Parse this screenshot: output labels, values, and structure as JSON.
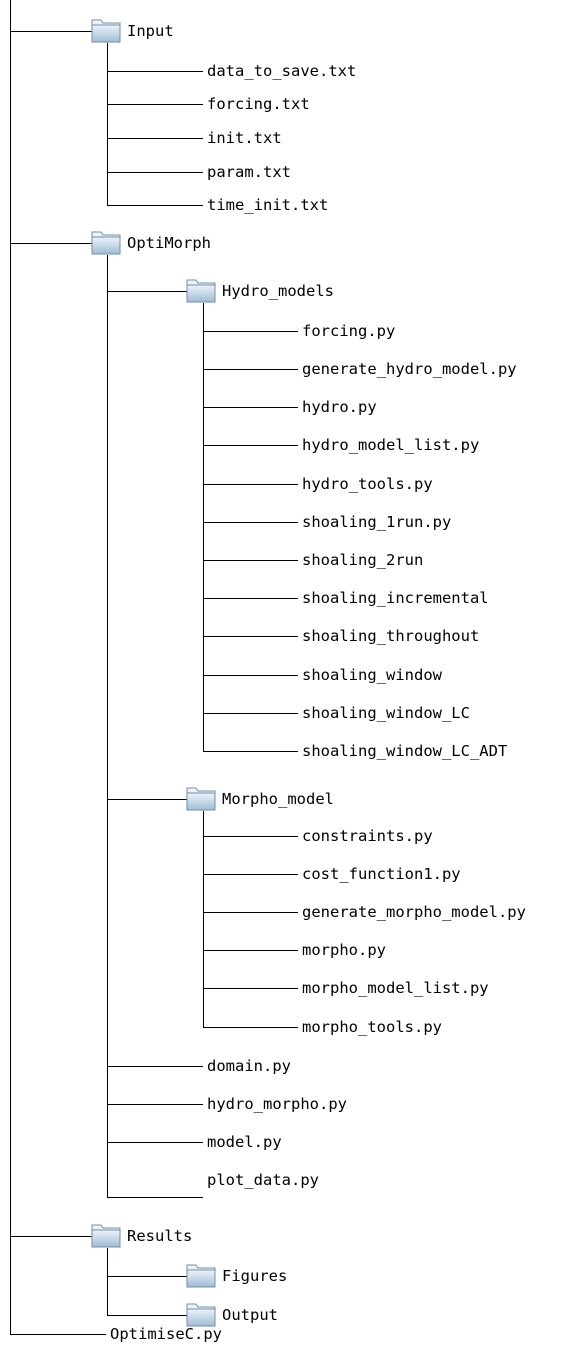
{
  "tree": {
    "input": {
      "name": "Input",
      "files": [
        "data_to_save.txt",
        "forcing.txt",
        "init.txt",
        "param.txt",
        "time_init.txt"
      ]
    },
    "optimorph": {
      "name": "OptiMorph",
      "hydro_models": {
        "name": "Hydro_models",
        "files": [
          "forcing.py",
          "generate_hydro_model.py",
          "hydro.py",
          "hydro_model_list.py",
          "hydro_tools.py",
          "shoaling_1run.py",
          "shoaling_2run",
          "shoaling_incremental",
          "shoaling_throughout",
          "shoaling_window",
          "shoaling_window_LC",
          "shoaling_window_LC_ADT"
        ]
      },
      "morpho_model": {
        "name": "Morpho_model",
        "files": [
          "constraints.py",
          "cost_function1.py",
          "generate_morpho_model.py",
          "morpho.py",
          "morpho_model_list.py",
          "morpho_tools.py"
        ]
      },
      "files": [
        "domain.py",
        "hydro_morpho.py",
        "model.py",
        "plot_data.py"
      ]
    },
    "results": {
      "name": "Results",
      "folders": [
        "Figures",
        "Output"
      ]
    },
    "root_file": "OptimiseC.py"
  },
  "colors": {
    "line": "#000000",
    "folder_fill_top": "#e6eef6",
    "folder_fill_bottom": "#a9c4dc",
    "folder_edge": "#5a7d9c"
  }
}
